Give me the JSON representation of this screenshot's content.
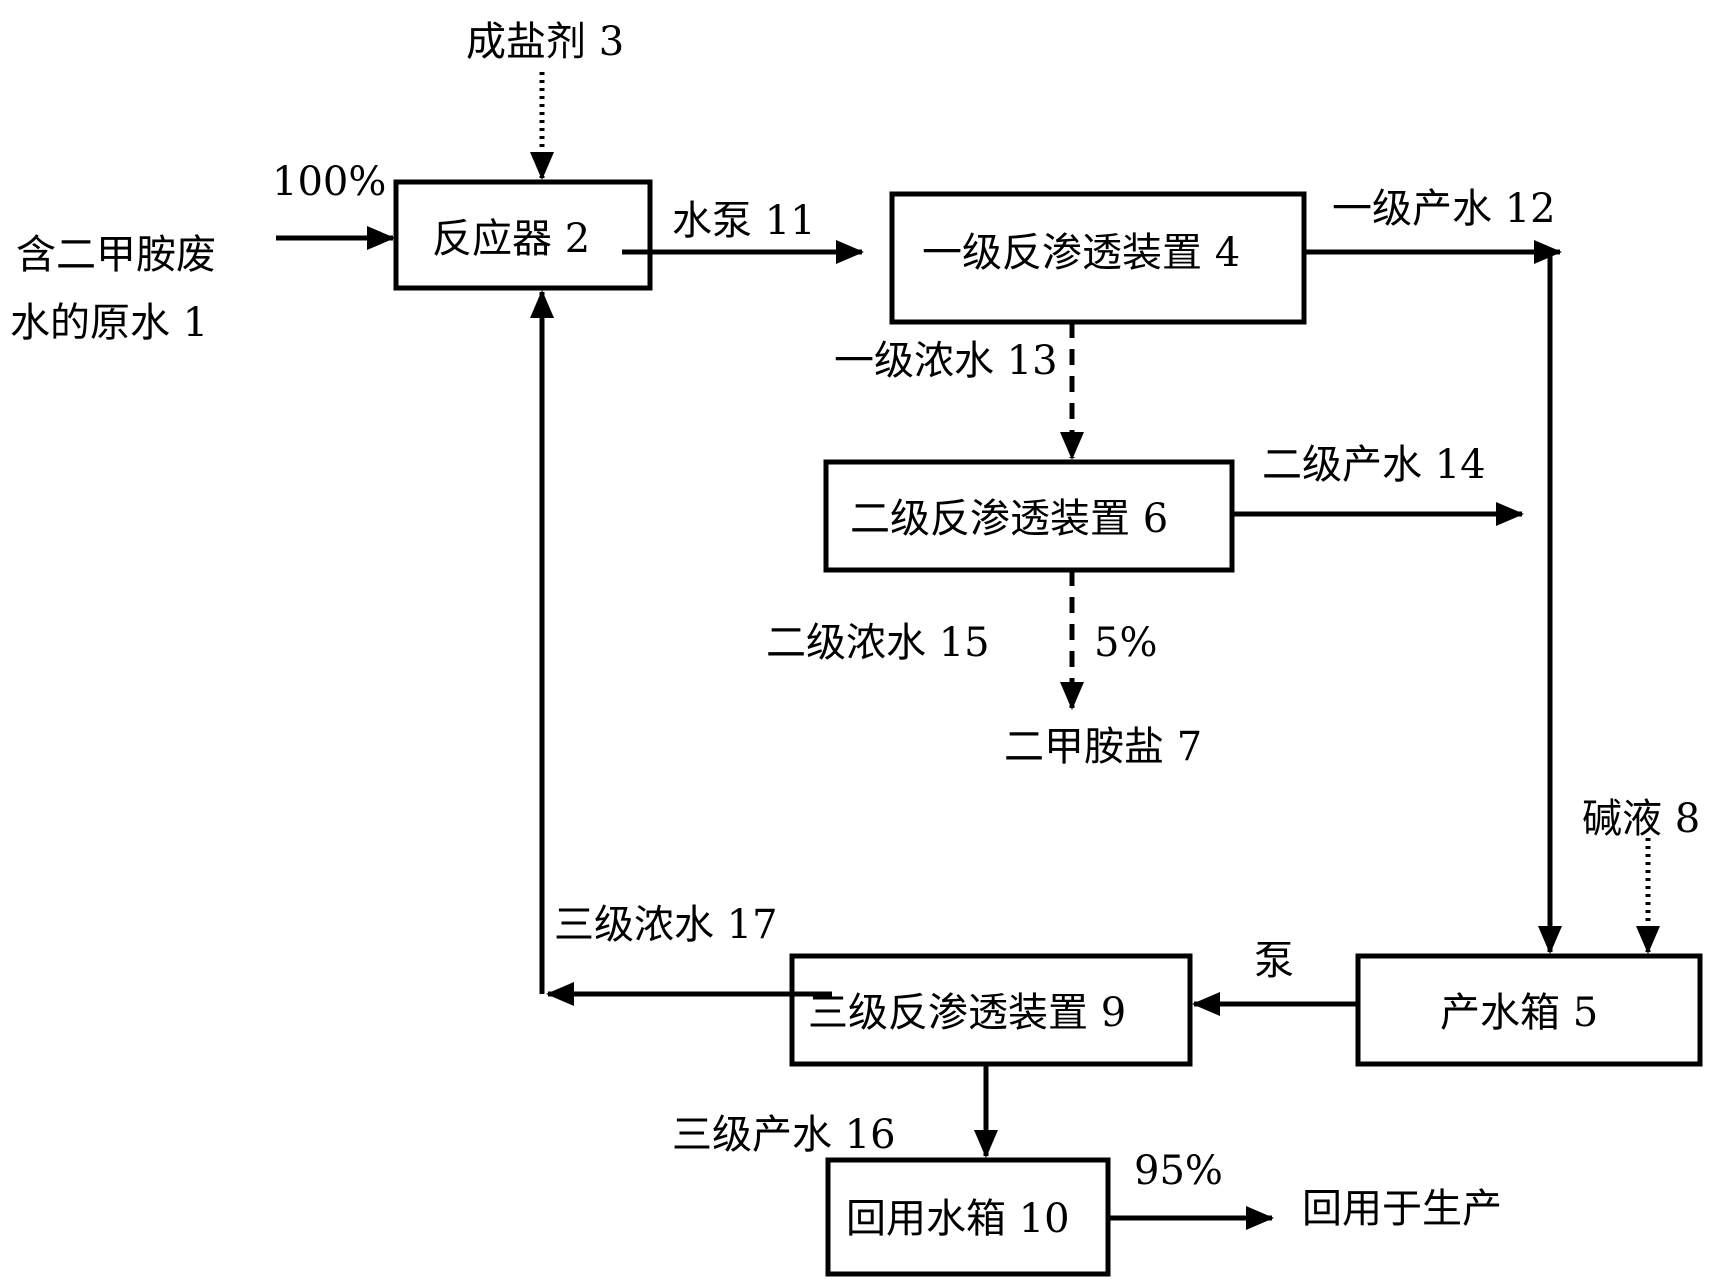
{
  "inputs": {
    "raw_water_line1": "含二甲胺废",
    "raw_water_line2": "水的原水 1",
    "raw_percent": "100%",
    "salt_agent": "成盐剂 3",
    "alkali": "碱液 8"
  },
  "nodes": {
    "reactor": "反应器 2",
    "ro1": "一级反渗透装置 4",
    "ro2": "二级反渗透装置 6",
    "amine_salt": "二甲胺盐 7",
    "product_tank": "产水箱 5",
    "ro3": "三级反渗透装置 9",
    "reuse_tank": "回用水箱 10",
    "reuse_target": "回用于生产"
  },
  "flows": {
    "pump11": "水泵 11",
    "permeate12": "一级产水 12",
    "concentrate13": "一级浓水 13",
    "permeate14": "二级产水 14",
    "concentrate15": "二级浓水 15",
    "percent5": "5%",
    "pump": "泵",
    "concentrate17": "三级浓水 17",
    "permeate16": "三级产水 16",
    "percent95": "95%"
  }
}
